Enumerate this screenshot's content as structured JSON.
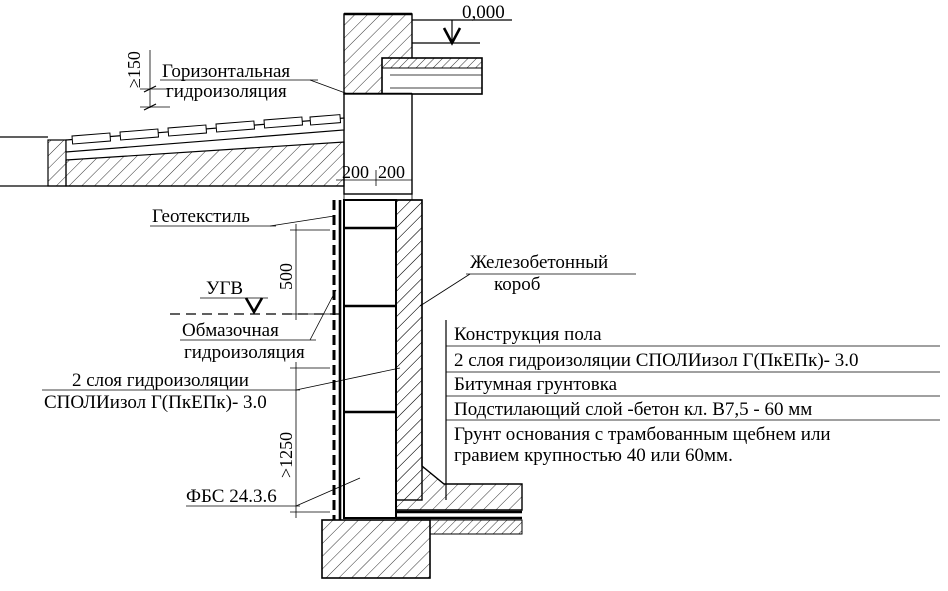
{
  "labels": {
    "elevation": "0,000",
    "horizontal_waterproofing_1": "Горизонтальная",
    "horizontal_waterproofing_2": "гидроизоляция",
    "dim_150": "≥150",
    "dim_200_a": "200",
    "dim_200_b": "200",
    "geotextile": "Геотекстиль",
    "dim_500": "500",
    "ugv": "УГВ",
    "coating_1": "Обмазочная",
    "coating_2": "гидроизоляция",
    "sponge_1": "2 слоя гидроизоляции",
    "sponge_2": "СПОЛИизол Г(ПкЕПк)- 3.0",
    "dim_1250": ">1250",
    "fbs": "ФБС 24.3.6",
    "rc_box_1": "Железобетонный",
    "rc_box_2": "короб"
  },
  "floor_layers": [
    "Конструкция пола",
    "2 слоя гидроизоляции СПОЛИизол Г(ПкЕПк)- 3.0",
    "Битумная грунтовка",
    "Подстилающий слой -бетон кл. В7,5  - 60 мм",
    "Грунт основания с трамбованным щебнем или",
    "гравием крупностью 40 или 60мм."
  ]
}
